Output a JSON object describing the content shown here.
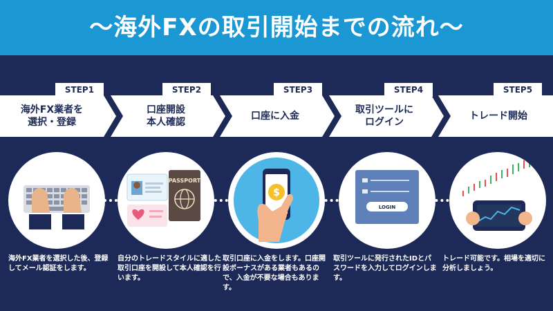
{
  "header": {
    "title": "〜海外FXの取引開始までの流れ〜"
  },
  "colors": {
    "header_bg": "#1b97d3",
    "page_bg": "#1d2a57",
    "arrow": "#ffffff",
    "text_dark": "#1d2a57"
  },
  "steps": [
    {
      "tab": "STEP1",
      "label": "海外FX業者を\n選択・登録",
      "icon": "keyboard-hands-icon",
      "desc": "海外FX業者を選択した後、登録してメール認証をします。"
    },
    {
      "tab": "STEP2",
      "label": "口座開設\n本人確認",
      "icon": "id-card-passport-icon",
      "desc": "自分のトレードスタイルに適した取引口座を開設して本人確認を行います。"
    },
    {
      "tab": "STEP3",
      "label": "口座に入金",
      "icon": "phone-deposit-icon",
      "desc": "取引口座に入金をします。口座開設ボーナスがある業者もあるので、入金が不要な場合もあります。"
    },
    {
      "tab": "STEP4",
      "label": "取引ツールに\nログイン",
      "icon": "login-screen-icon",
      "desc": "取引ツールに発行されたIDとパスワードを入力してログインします。"
    },
    {
      "tab": "STEP5",
      "label": "トレード開始",
      "icon": "trading-tablet-icon",
      "desc": "トレード可能です。相場を適切に分析しましょう。"
    }
  ],
  "login_button": "LOGIN",
  "passport_text": "PASSPORT"
}
